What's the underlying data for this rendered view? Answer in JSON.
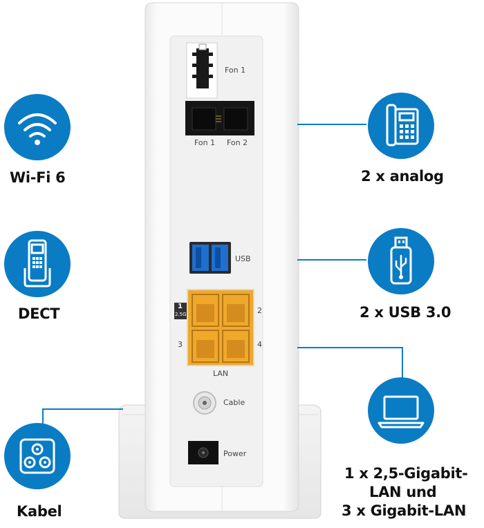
{
  "features_left": [
    {
      "label": "Wi-Fi 6",
      "icon": "wifi-icon"
    },
    {
      "label": "DECT",
      "icon": "dect-phone-icon"
    },
    {
      "label": "Kabel",
      "icon": "cable-socket-icon"
    }
  ],
  "features_right": [
    {
      "label": "2 x analog",
      "icon": "desk-phone-icon"
    },
    {
      "label": "2 x USB 3.0",
      "icon": "usb-stick-icon"
    },
    {
      "label_lines": [
        "1 x 2,5-Gigabit-",
        "LAN und",
        "3 x Gigabit-LAN"
      ],
      "icon": "laptop-icon"
    }
  ],
  "ports": {
    "fon1_top": "Fon 1",
    "fon_rj_1": "Fon 1",
    "fon_rj_2": "Fon 2",
    "usb": "USB",
    "lan_badge_num": "1",
    "lan_badge_speed": "2.5G",
    "lan2": "2",
    "lan3": "3",
    "lan4": "4",
    "lan": "LAN",
    "cable": "Cable",
    "power": "Power"
  },
  "colors": {
    "accent": "#0a7cc4",
    "lan_port": "#f0a82a",
    "usb_port": "#1e6fd0",
    "device": "#f7f7f7"
  }
}
